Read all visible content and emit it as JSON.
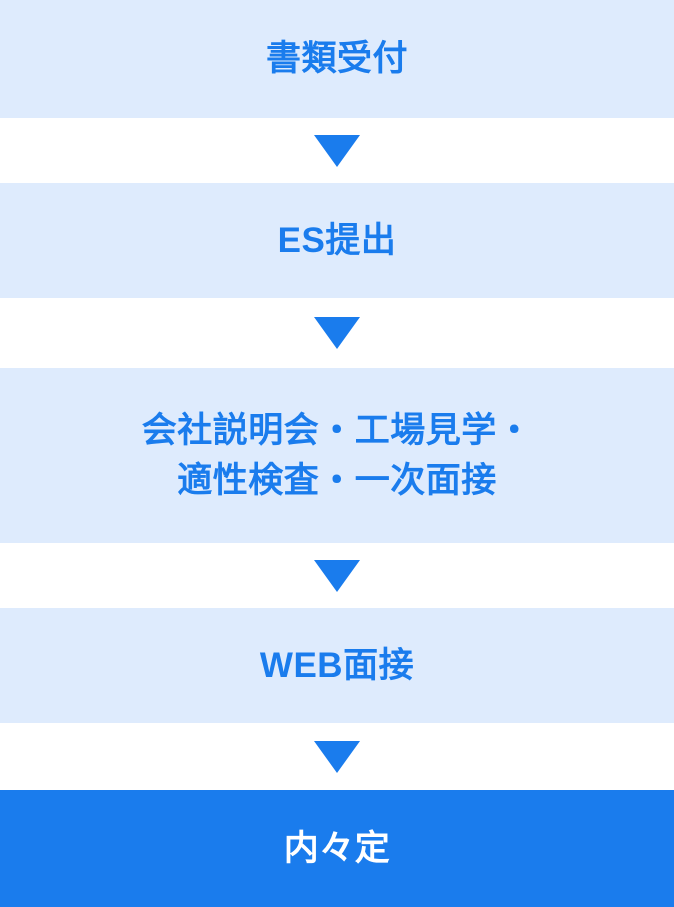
{
  "diagram": {
    "title": "selection-flow",
    "colors": {
      "accent": "#1a7ced",
      "box_light_bg": "#deebfd",
      "box_solid_bg": "#1a7ced",
      "light_text": "#1a7ced",
      "solid_text": "#ffffff",
      "page_bg": "#ffffff"
    },
    "steps": [
      {
        "label": "書類受付",
        "style": "light"
      },
      {
        "label": "ES提出",
        "style": "light"
      },
      {
        "label": "会社説明会・工場見学・\n適性検査・一次面接",
        "style": "light"
      },
      {
        "label": "WEB面接",
        "style": "light"
      },
      {
        "label": "内々定",
        "style": "solid"
      }
    ],
    "connectors": [
      {
        "icon": "triangle-down-icon"
      },
      {
        "icon": "triangle-down-icon"
      },
      {
        "icon": "triangle-down-icon"
      },
      {
        "icon": "triangle-down-icon"
      }
    ]
  }
}
